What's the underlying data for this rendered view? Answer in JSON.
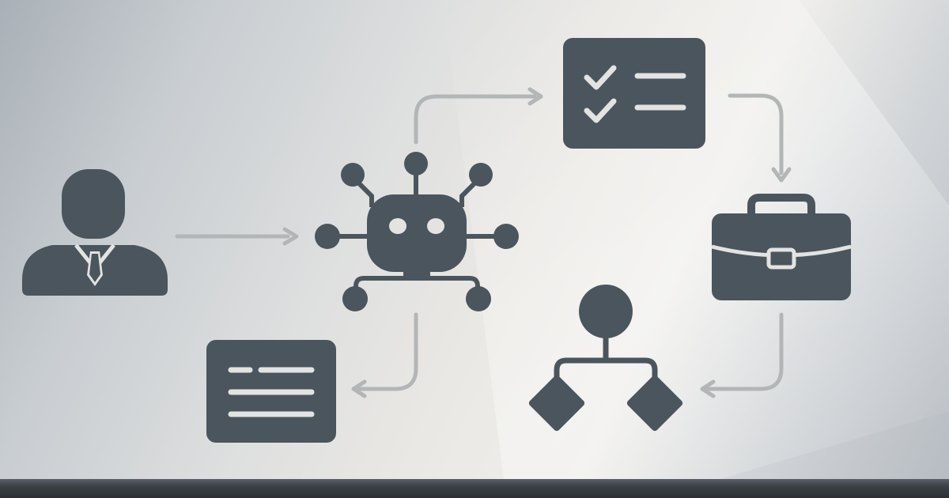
{
  "colors": {
    "icon_fill": "#4b555e",
    "connector": "#b3b6b7",
    "icon_light_detail": "#e3e3e1",
    "floor": "#33383d"
  },
  "nodes": [
    {
      "id": "user",
      "icon": "person-in-suit-icon"
    },
    {
      "id": "agent",
      "icon": "robot-hub-icon"
    },
    {
      "id": "checklist",
      "icon": "checklist-icon"
    },
    {
      "id": "briefcase",
      "icon": "briefcase-icon"
    },
    {
      "id": "decision-tree",
      "icon": "decision-tree-icon"
    },
    {
      "id": "text-document",
      "icon": "text-document-icon"
    }
  ],
  "edges": [
    {
      "from": "user",
      "to": "agent"
    },
    {
      "from": "agent",
      "to": "checklist"
    },
    {
      "from": "checklist",
      "to": "briefcase"
    },
    {
      "from": "briefcase",
      "to": "decision-tree"
    },
    {
      "from": "agent",
      "to": "text-document"
    }
  ]
}
